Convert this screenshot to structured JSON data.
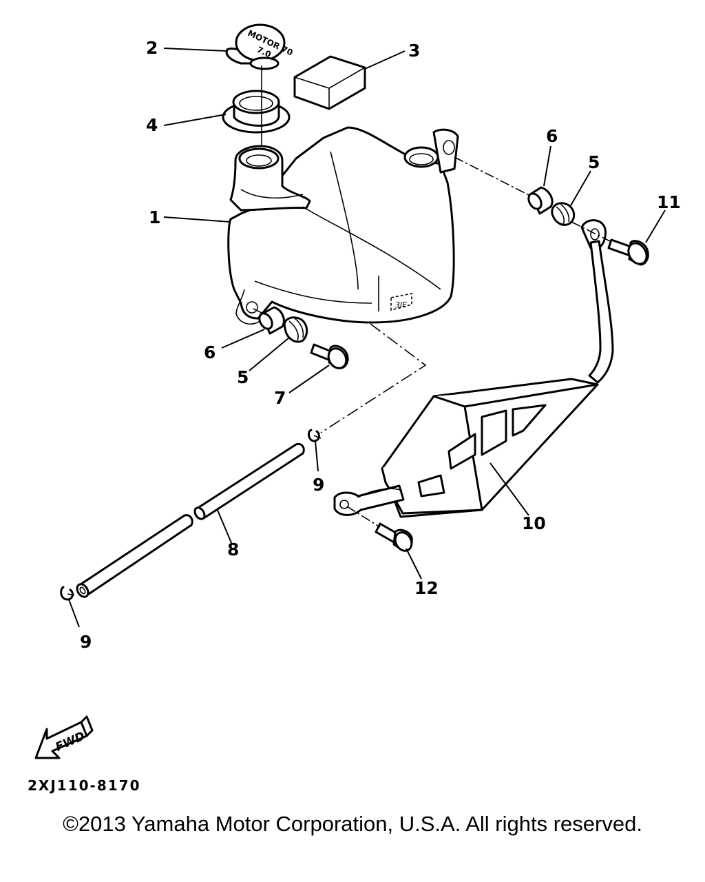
{
  "callouts": {
    "c1": "1",
    "c2": "2",
    "c3": "3",
    "c4": "4",
    "c5a": "5",
    "c5b": "5",
    "c6a": "6",
    "c6b": "6",
    "c7": "7",
    "c8": "8",
    "c9a": "9",
    "c9b": "9",
    "c10": "10",
    "c11": "11",
    "c12": "12"
  },
  "cap_text": "MOTOR 70",
  "cap_subtext": "7.0",
  "tank_mark": "3JE",
  "fwd_label": "FWD",
  "diagram_code": "2XJ110-8170",
  "copyright": "©2013 Yamaha Motor Corporation, U.S.A. All rights reserved."
}
